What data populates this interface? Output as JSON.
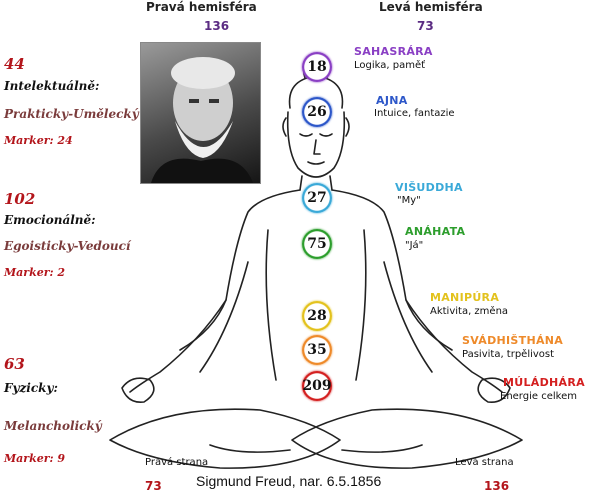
{
  "hemispheres": {
    "right_title": "Pravá hemisféra",
    "right_value": "136",
    "left_title": "Levá hemisféra",
    "left_value": "73"
  },
  "sidebar": [
    {
      "score": "44",
      "category": "Intelektuálně:",
      "type": "Prakticky-Umělecký",
      "marker": "Marker: 24"
    },
    {
      "score": "102",
      "category": "Emocionálně:",
      "type": "Egoisticky-Vedoucí",
      "marker": "Marker: 2"
    },
    {
      "score": "63",
      "category": "Fyzicky:",
      "type": "Melancholický",
      "marker": "Marker: 9"
    }
  ],
  "chakras": [
    {
      "value": "18",
      "name": "SAHASRÁRA",
      "desc": "Logika, paměť",
      "color": "#8a3fc4"
    },
    {
      "value": "26",
      "name": "AJNA",
      "desc": "Intuice, fantazie",
      "color": "#2d57c9"
    },
    {
      "value": "27",
      "name": "VIŠUDDHA",
      "desc": "\"My\"",
      "color": "#3aa9d8"
    },
    {
      "value": "75",
      "name": "ANÁHATA",
      "desc": "\"Já\"",
      "color": "#2d9e2d"
    },
    {
      "value": "28",
      "name": "MANIPÚRA",
      "desc": "Aktivita, změna",
      "color": "#e3c21d"
    },
    {
      "value": "35",
      "name": "SVÁDHIŠTHÁNA",
      "desc": "Pasivita, trpělivost",
      "color": "#ee8a2a"
    },
    {
      "value": "209",
      "name": "MÚLÁDHÁRA",
      "desc": "Energie celkem",
      "color": "#d42020"
    }
  ],
  "bottom": {
    "left_label": "Pravá strana",
    "left_value": "73",
    "right_label": "Levá strana",
    "right_value": "136",
    "caption": "Sigmund Freud, nar. 6.5.1856"
  },
  "icons": {
    "portrait": "portrait-photo",
    "figure": "meditating-figure"
  }
}
